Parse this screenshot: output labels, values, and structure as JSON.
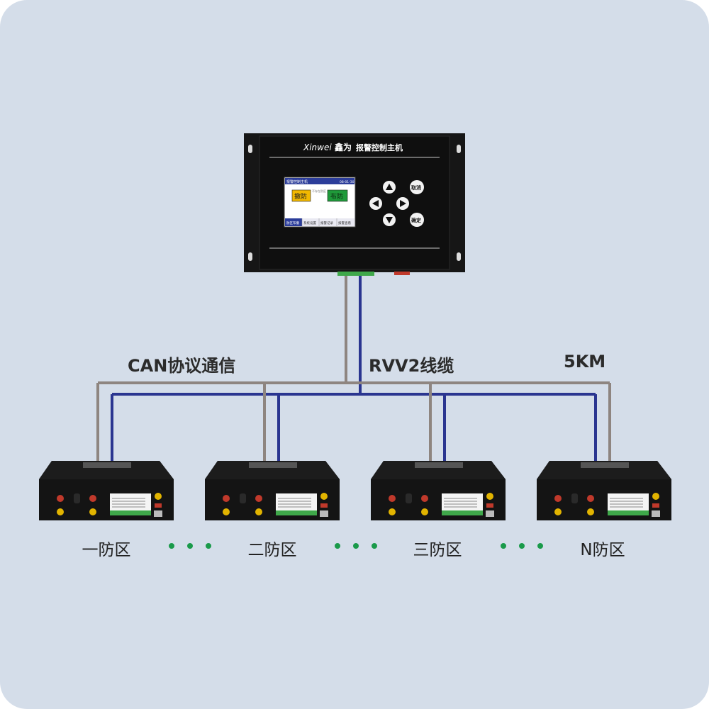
{
  "controller": {
    "brand_latin": "Xinwei",
    "brand_cn": "鑫为",
    "title": "报警控制主机",
    "screen": {
      "header_left": "报警控制主机",
      "header_right": "08-01-30",
      "status_text": "不存在防区",
      "btn_disarm": "撤防",
      "btn_arm": "布防",
      "tabs": [
        "防区布撤",
        "系统设置",
        "报警记录",
        "报警查看"
      ]
    },
    "keys": {
      "cancel": "取消",
      "confirm": "确定"
    }
  },
  "labels": {
    "protocol": "CAN协议通信",
    "cable": "RVV2线缆",
    "distance": "5KM"
  },
  "zones": [
    "一防区",
    "二防区",
    "三防区",
    "N防区"
  ],
  "colors": {
    "background": "#d4dde9",
    "wire_gray": "#8e8580",
    "wire_blue": "#2a3590",
    "device": "#151515",
    "dots": "#1a9a4a"
  }
}
